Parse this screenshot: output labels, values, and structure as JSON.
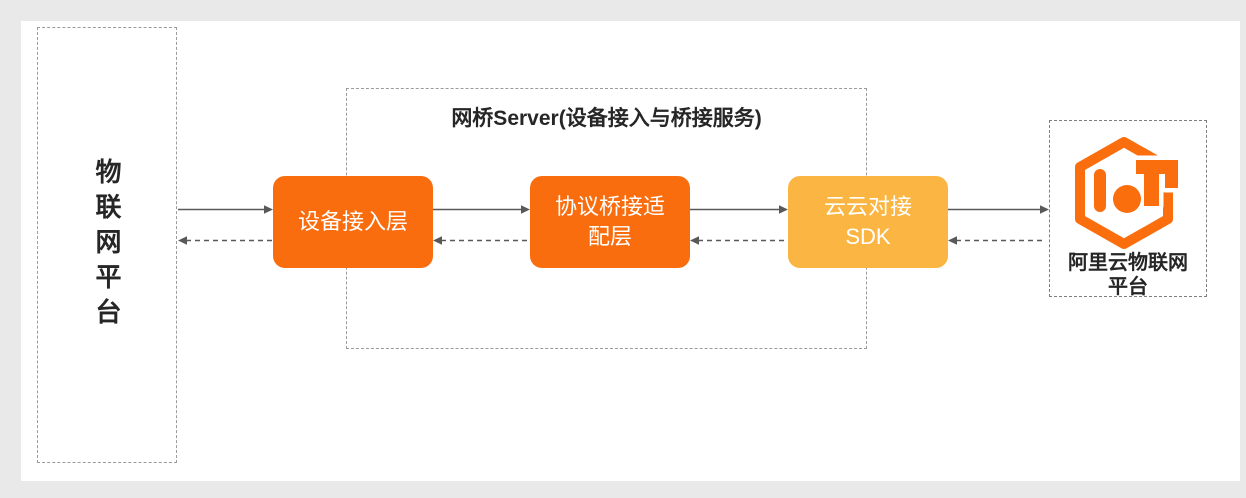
{
  "page": {
    "background": "#e9e9e9"
  },
  "surface": {
    "background": "#ffffff"
  },
  "left_platform": {
    "label": "物联网平台"
  },
  "bridge_server": {
    "title": "网桥Server(设备接入与桥接服务)",
    "boxes": [
      {
        "label": "设备接入层",
        "color": "#F96D0E",
        "text_color": "#ffffff"
      },
      {
        "label": "协议桥接适\n配层",
        "color": "#F96D0E",
        "text_color": "#ffffff"
      },
      {
        "label": "云云对接\nSDK",
        "color": "#FBB542",
        "text_color": "#ffffff"
      }
    ]
  },
  "aliyun_platform": {
    "label": "阿里云物联网\n平台",
    "logo": {
      "name": "alibaba-cloud-iot-logo",
      "color": "#FB6E0E"
    }
  },
  "connections": {
    "solid_color": "#595959",
    "dashed_color": "#595959",
    "solid_direction": "left-to-right",
    "dashed_direction": "right-to-left"
  }
}
